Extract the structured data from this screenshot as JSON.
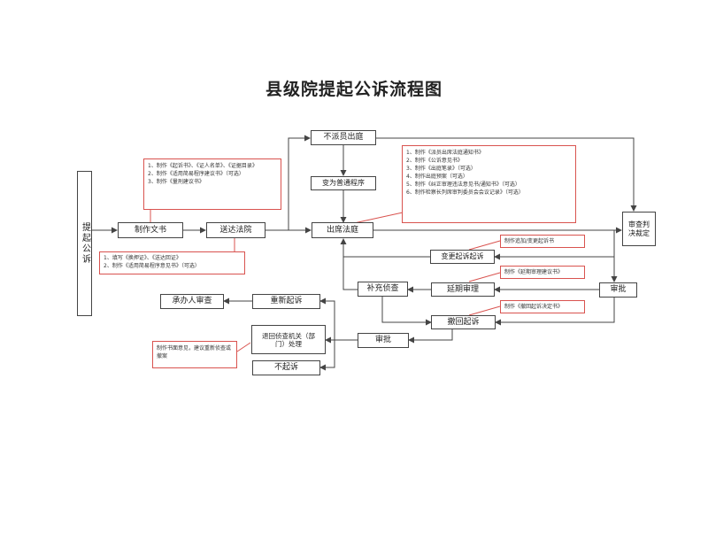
{
  "title": "县级院提起公诉流程图",
  "nodes": {
    "tiqi": "提起公诉",
    "zhizuo": "制作文书",
    "songda": "送达法院",
    "chuxi": "出席法庭",
    "bupai": "不派员出庭",
    "zhuanpu": "变为普通程序",
    "shencha_panjue": "审查判决裁定",
    "biangeng": "变更起诉起诉",
    "yanqi": "延期审理",
    "shenpi_right": "审批",
    "buchong": "补充侦查",
    "chehui": "撤回起诉",
    "shenpi_bottom": "审批",
    "chongxin": "重新起诉",
    "chengban": "承办人审查",
    "tuihui": "退回侦查机关（部门）处理",
    "buqisu": "不起诉"
  },
  "notes": {
    "n1": [
      "1、制作《起诉书》、《证人名单》、《证据目录》",
      "2、制作《适用简易程序建议书》（可选）",
      "3、制作《量刑建议书》"
    ],
    "n2": [
      "1、填写《换押证》、《送达回证》",
      "2、制作《适用简易程序意见书》（可选）"
    ],
    "n3": [
      "1、制作《派员出席法庭通知书》",
      "2、制作《公诉意见书》",
      "3、制作《出庭笔录》（可选）",
      "4、制作出庭预案（可选）",
      "5、制作《纠正审理违法意见书/通知书》（可选）",
      "6、制作检察长列席审判委员会会议记录》（可选）"
    ],
    "n4": [
      "制作追加/变更起诉书"
    ],
    "n5": [
      "制作《延期审理建议书》"
    ],
    "n6": [
      "制作《撤回起诉决定书》"
    ],
    "n7": [
      "制作书面意见，建议重新侦查或撤案"
    ]
  }
}
